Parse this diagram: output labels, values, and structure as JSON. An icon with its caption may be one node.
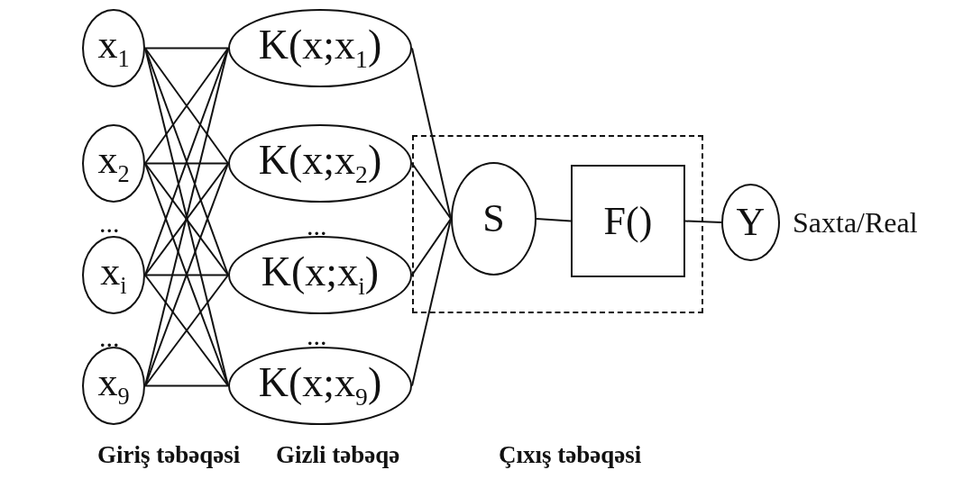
{
  "diagram": {
    "nodes": [
      {
        "text": [
          "x$_{1}$"
        ]
      },
      {
        "text": [
          "x$_{2}$"
        ]
      },
      {
        "text": [
          "x$_{i}$"
        ]
      },
      {
        "text": [
          "x$_{9}$"
        ]
      },
      {
        "text": [
          "K(x;x$_{1}$)"
        ]
      },
      {
        "text": [
          "K(x;x$_{2}$)"
        ]
      },
      {
        "text": [
          "K(x;x$_{i}$)"
        ]
      },
      {
        "text": [
          "K(x;x$_{9}$)"
        ]
      },
      {
        "text": [],
        "shape": "box"
      },
      {
        "text": [
          "S"
        ],
        "in": 8
      },
      {
        "text": [
          "F()"
        ],
        "in": 8
      },
      {
        "text": [
          "Y"
        ],
        "beside": [
          "Saxta/Real"
        ]
      }
    ],
    "edges": [
      {
        "from": 0,
        "to": 4,
        "arrow": "none"
      },
      {
        "from": 0,
        "to": 5,
        "arrow": "none"
      },
      {
        "from": 0,
        "to": 6,
        "arrow": "none"
      },
      {
        "from": 0,
        "to": 7,
        "arrow": "none"
      },
      {
        "from": 1,
        "to": 4,
        "arrow": "none"
      },
      {
        "from": 1,
        "to": 5,
        "arrow": "none"
      },
      {
        "from": 1,
        "to": 6,
        "arrow": "none"
      },
      {
        "from": 1,
        "to": 7,
        "arrow": "none"
      },
      {
        "from": 2,
        "to": 4,
        "arrow": "none"
      },
      {
        "from": 2,
        "to": 5,
        "arrow": "none"
      },
      {
        "from": 2,
        "to": 6,
        "arrow": "none"
      },
      {
        "from": 2,
        "to": 7,
        "arrow": "none"
      },
      {
        "from": 3,
        "to": 4,
        "arrow": "none"
      },
      {
        "from": 3,
        "to": 5,
        "arrow": "none"
      },
      {
        "from": 3,
        "to": 6,
        "arrow": "none"
      },
      {
        "from": 3,
        "to": 7,
        "arrow": "none"
      },
      {
        "from": 4,
        "to": 9,
        "arrow": "none"
      },
      {
        "from": 5,
        "to": 9,
        "arrow": "none"
      },
      {
        "from": 6,
        "to": 9,
        "arrow": "none"
      },
      {
        "from": 7,
        "to": 9,
        "arrow": "none"
      },
      {
        "from": 9,
        "to": 10,
        "arrow": "none"
      },
      {
        "from": 10,
        "to": 11,
        "arrow": "none"
      }
    ],
    "labels": [
      "...",
      "...",
      "...",
      "...",
      "Giriş təbəqəsi",
      "Gizli təbəqə",
      "Çıxış təbəqəsi"
    ]
  }
}
